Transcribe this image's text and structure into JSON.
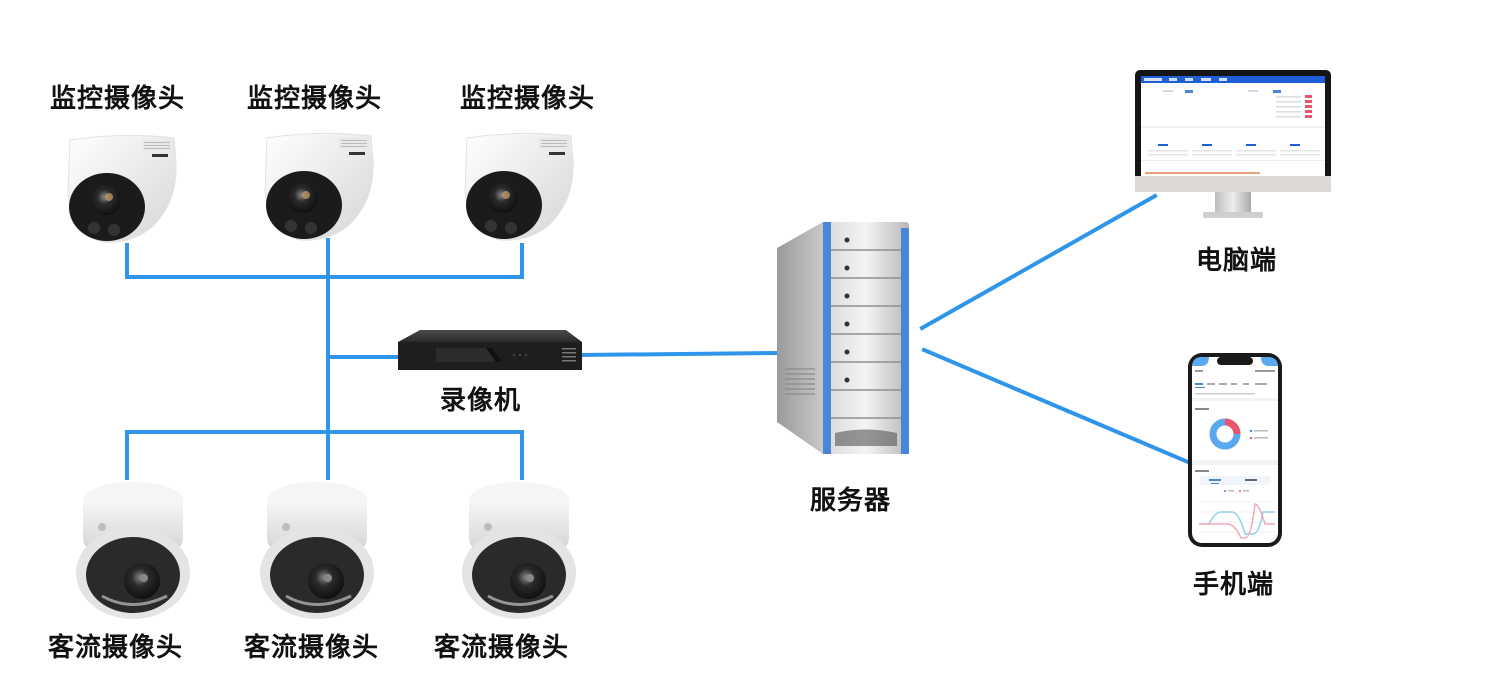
{
  "diagram": {
    "title": "",
    "colors": {
      "wire": "#2f95ea",
      "server_accent": "#4a86d8",
      "screen_header": "#1e5fd8",
      "donut_main": "#5aa8ef",
      "donut_secondary": "#e8566b"
    },
    "nodes": {
      "surveillance_cameras": [
        {
          "label": "监控摄像头",
          "icon": "turret-camera-icon"
        },
        {
          "label": "监控摄像头",
          "icon": "turret-camera-icon"
        },
        {
          "label": "监控摄像头",
          "icon": "turret-camera-icon"
        }
      ],
      "traffic_cameras": [
        {
          "label": "客流摄像头",
          "icon": "dome-camera-icon"
        },
        {
          "label": "客流摄像头",
          "icon": "dome-camera-icon"
        },
        {
          "label": "客流摄像头",
          "icon": "dome-camera-icon"
        }
      ],
      "nvr": {
        "label": "录像机",
        "icon": "nvr-icon"
      },
      "server": {
        "label": "服务器",
        "icon": "server-tower-icon"
      },
      "desktop": {
        "label": "电脑端",
        "icon": "desktop-monitor-icon"
      },
      "mobile": {
        "label": "手机端",
        "icon": "smartphone-icon"
      }
    },
    "edges": [
      {
        "from": "surveillance_cameras",
        "to": "nvr"
      },
      {
        "from": "traffic_cameras",
        "to": "nvr"
      },
      {
        "from": "nvr",
        "to": "server"
      },
      {
        "from": "server",
        "to": "desktop"
      },
      {
        "from": "server",
        "to": "mobile"
      }
    ]
  }
}
